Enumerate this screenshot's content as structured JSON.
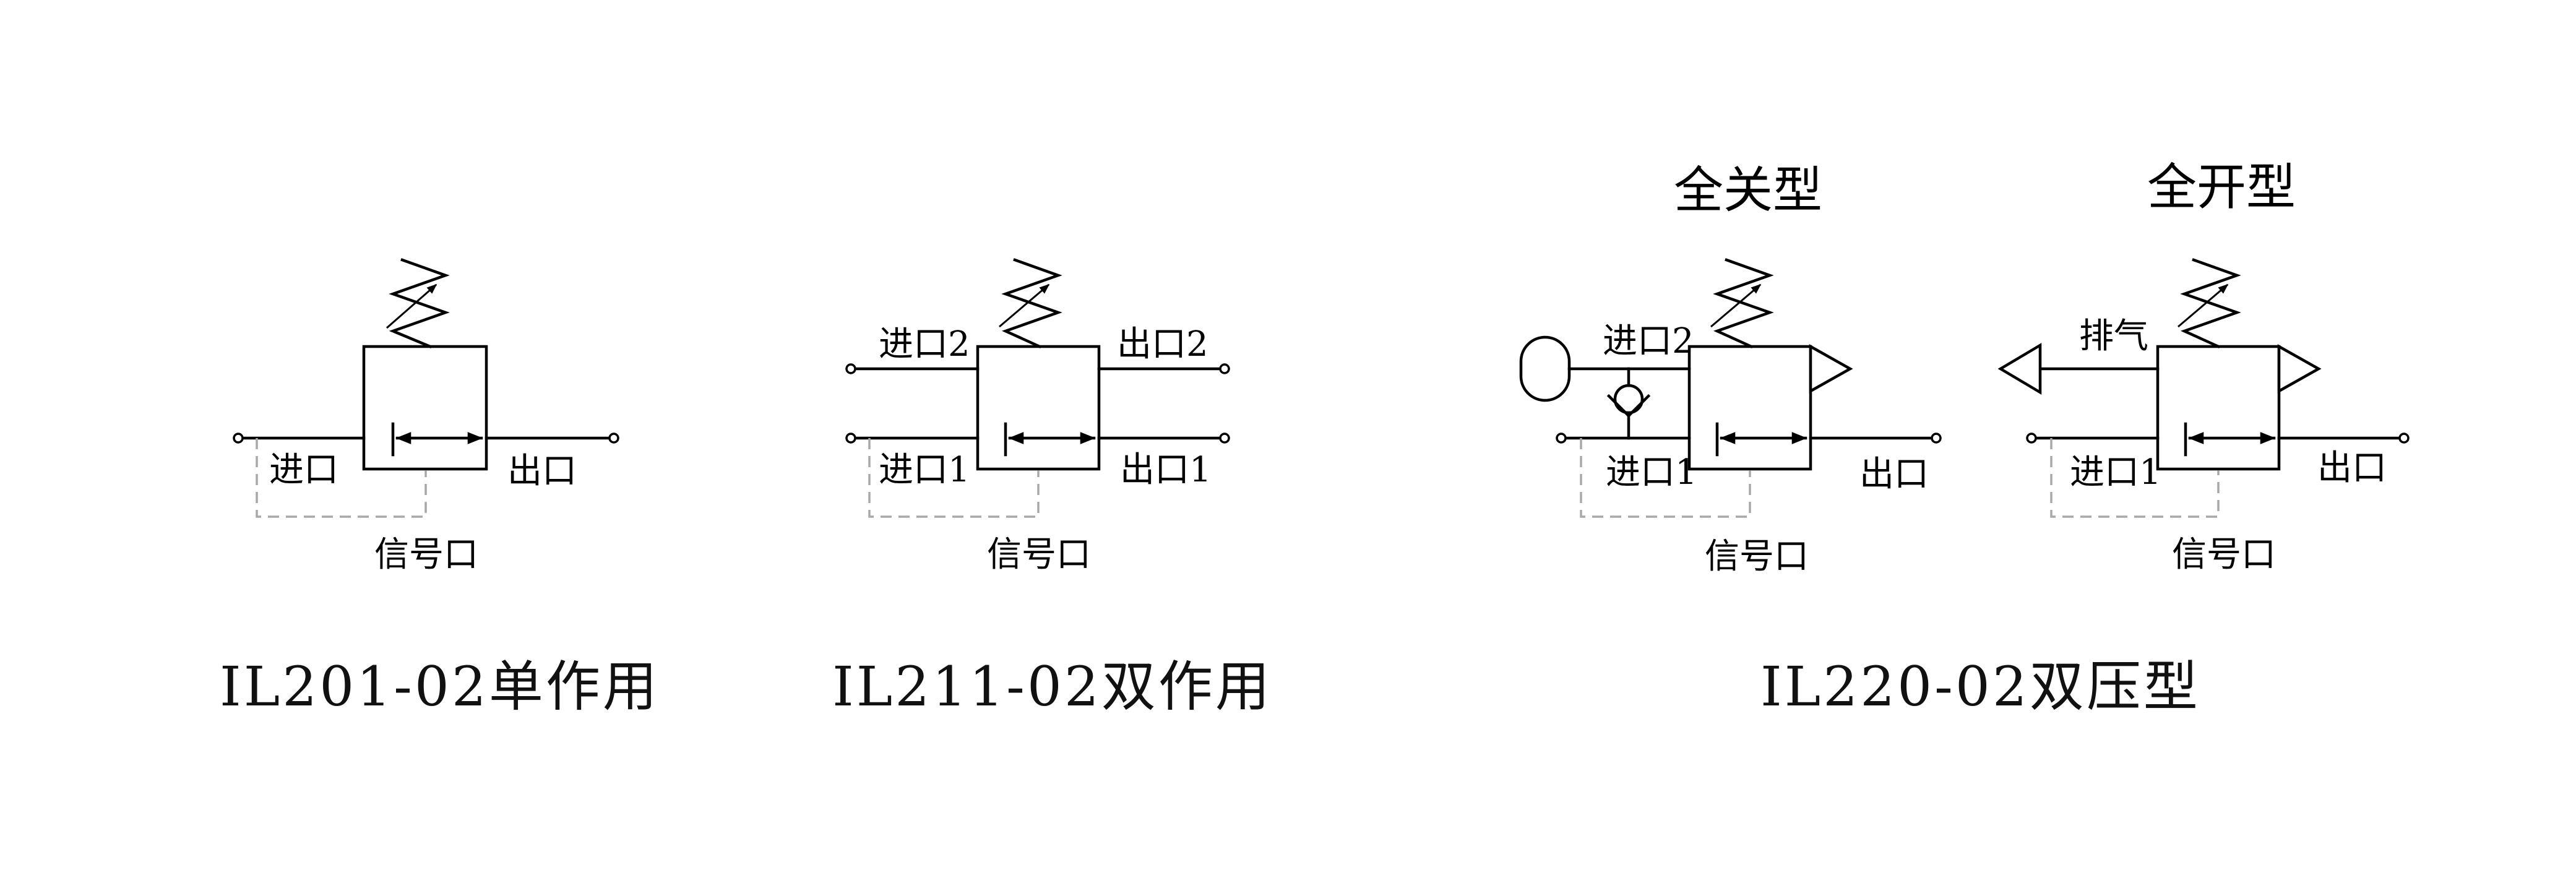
{
  "units": [
    {
      "caption": "IL201-02单作用",
      "labels": {
        "inlet": "进口",
        "outlet": "出口",
        "signal": "信号口"
      }
    },
    {
      "caption": "IL211-02双作用",
      "labels": {
        "inlet2": "进口2",
        "outlet2": "出口2",
        "inlet1": "进口1",
        "outlet1": "出口1",
        "signal": "信号口"
      }
    },
    {
      "caption": "IL220-02双压型",
      "variants": [
        {
          "header": "全关型",
          "labels": {
            "inlet2": "进口2",
            "inlet1": "进口1",
            "outlet": "出口",
            "signal": "信号口"
          }
        },
        {
          "header": "全开型",
          "labels": {
            "exhaust": "排气",
            "inlet1": "进口1",
            "outlet": "出口",
            "signal": "信号口"
          }
        }
      ]
    }
  ]
}
